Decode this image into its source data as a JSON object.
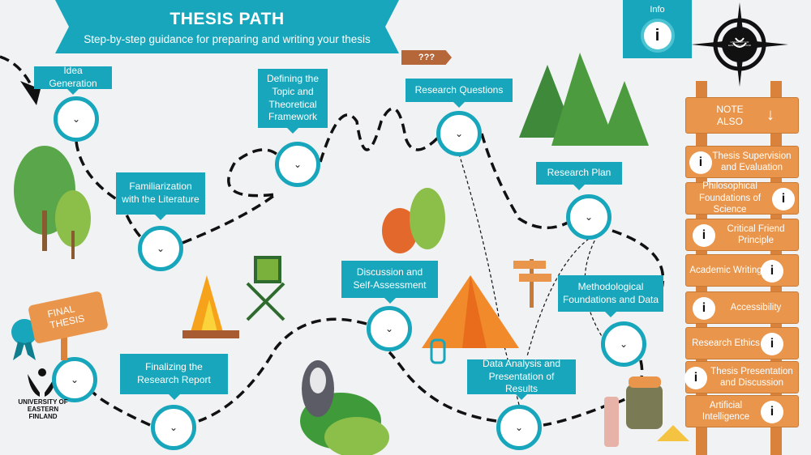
{
  "header": {
    "title": "THESIS PATH",
    "subtitle": "Step-by-step guidance for preparing and writing your thesis"
  },
  "info": {
    "label": "Info",
    "icon": "i"
  },
  "compass": {
    "text": "UNIVERSITY OF EASTERN FINLAND"
  },
  "signpost": "???",
  "steps": [
    {
      "label": "Idea Generation"
    },
    {
      "label": "Defining the Topic and Theoretical Framework"
    },
    {
      "label": "Research Questions"
    },
    {
      "label": "Familiarization with the Literature"
    },
    {
      "label": "Research Plan"
    },
    {
      "label": "Discussion and Self-Assessment"
    },
    {
      "label": "Methodological Foundations and Data"
    },
    {
      "label": "Finalizing the Research Report"
    },
    {
      "label": "Data Analysis and Presentation of Results"
    }
  ],
  "node_icon": "⌄",
  "final": {
    "label": "FINAL THESIS"
  },
  "notes": {
    "title": "NOTE ALSO",
    "arrow": "↓",
    "items": [
      "Thesis Supervision and Evaluation",
      "Philosophical Foundations of Science",
      "Critical Friend Principle",
      "Academic Writing",
      "Accessibility",
      "Research Ethics",
      "Thesis Presentation and Discussion",
      "Artificial Intelligence"
    ],
    "icon": "i"
  },
  "logo": {
    "text": "UNIVERSITY OF EASTERN FINLAND"
  },
  "colors": {
    "teal": "#17a6bb",
    "wood": "#e9964c"
  }
}
